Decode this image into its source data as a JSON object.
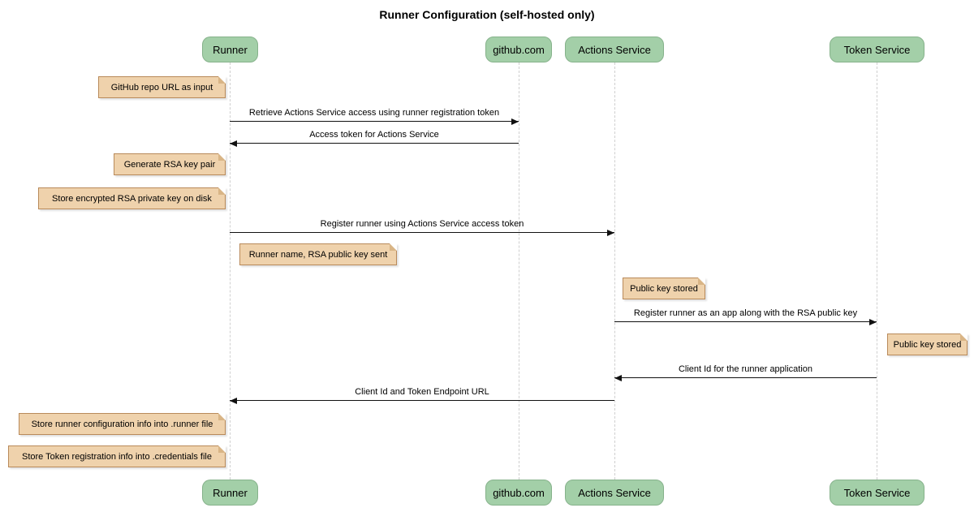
{
  "title": "Runner Configuration (self-hosted only)",
  "colors": {
    "actor_fill": "#A3CFA8",
    "actor_border": "#86B28B",
    "note_fill": "#EFD2AC",
    "note_border": "#B98A5A",
    "note_fold": "#D9B586",
    "lifeline": "#CFCFCF",
    "arrow": "#111111"
  },
  "actors": [
    {
      "label": "Runner"
    },
    {
      "label": "github.com"
    },
    {
      "label": "Actions Service"
    },
    {
      "label": "Token Service"
    }
  ],
  "notes": [
    {
      "label": "GitHub repo URL as input",
      "actor": "Runner",
      "side": "left"
    },
    {
      "label": "Generate RSA key pair",
      "actor": "Runner",
      "side": "left"
    },
    {
      "label": "Store encrypted RSA private key on disk",
      "actor": "Runner",
      "side": "left"
    },
    {
      "label": "Runner name, RSA public key sent",
      "actor": "Runner",
      "side": "right"
    },
    {
      "label": "Public key stored",
      "actor": "Actions Service",
      "side": "right"
    },
    {
      "label": "Public key stored",
      "actor": "Token Service",
      "side": "right"
    },
    {
      "label": "Store runner configuration info into .runner file",
      "actor": "Runner",
      "side": "left"
    },
    {
      "label": "Store Token registration info into .credentials file",
      "actor": "Runner",
      "side": "left"
    }
  ],
  "messages": [
    {
      "label": "Retrieve Actions Service access using runner registration token",
      "from": "Runner",
      "to": "github.com"
    },
    {
      "label": "Access token for Actions Service",
      "from": "github.com",
      "to": "Runner"
    },
    {
      "label": "Register runner using Actions Service access token",
      "from": "Runner",
      "to": "Actions Service"
    },
    {
      "label": "Register runner as an app along with the RSA public key",
      "from": "Actions Service",
      "to": "Token Service"
    },
    {
      "label": "Client Id for the runner application",
      "from": "Token Service",
      "to": "Actions Service"
    },
    {
      "label": "Client Id and Token Endpoint URL",
      "from": "Actions Service",
      "to": "Runner"
    }
  ]
}
